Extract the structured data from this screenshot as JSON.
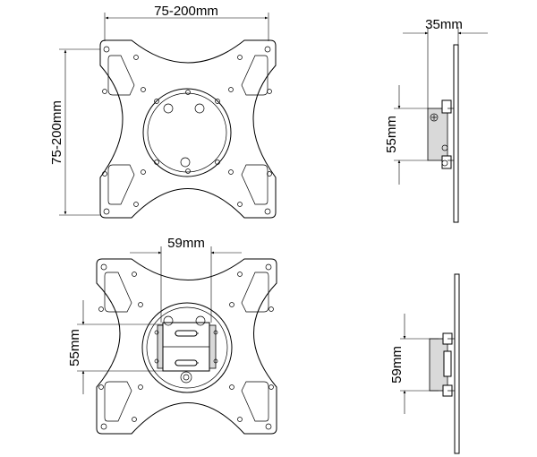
{
  "views": {
    "front_top": {
      "width_label": "75-200mm",
      "height_label": "75-200mm"
    },
    "side_top": {
      "depth_label": "35mm",
      "arm_label": "55mm"
    },
    "front_bottom": {
      "bracket_width_label": "59mm",
      "bracket_height_label": "55mm"
    },
    "side_bottom": {
      "bracket_label": "59mm"
    }
  }
}
